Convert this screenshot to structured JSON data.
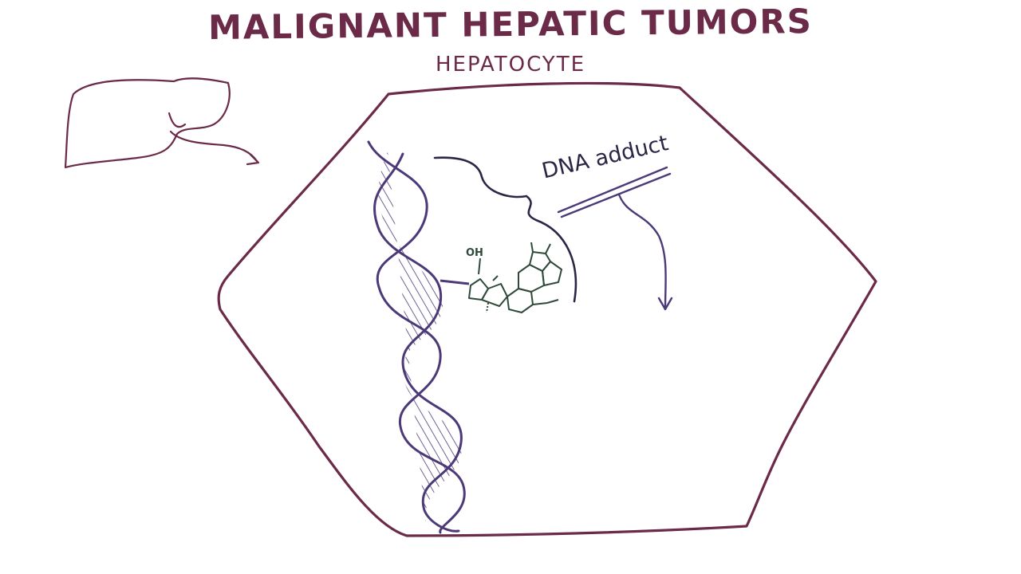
{
  "title": "MALIGNANT HEPATIC TUMORS",
  "subtitle": "HEPATOCYTE",
  "annotation": "DNA adduct",
  "molecule_label": "OH",
  "colors": {
    "membrane": "#6b2a48",
    "dna_strand": "#4c3a78",
    "ink": "#2c2545",
    "molecule": "#2f4a3a"
  }
}
